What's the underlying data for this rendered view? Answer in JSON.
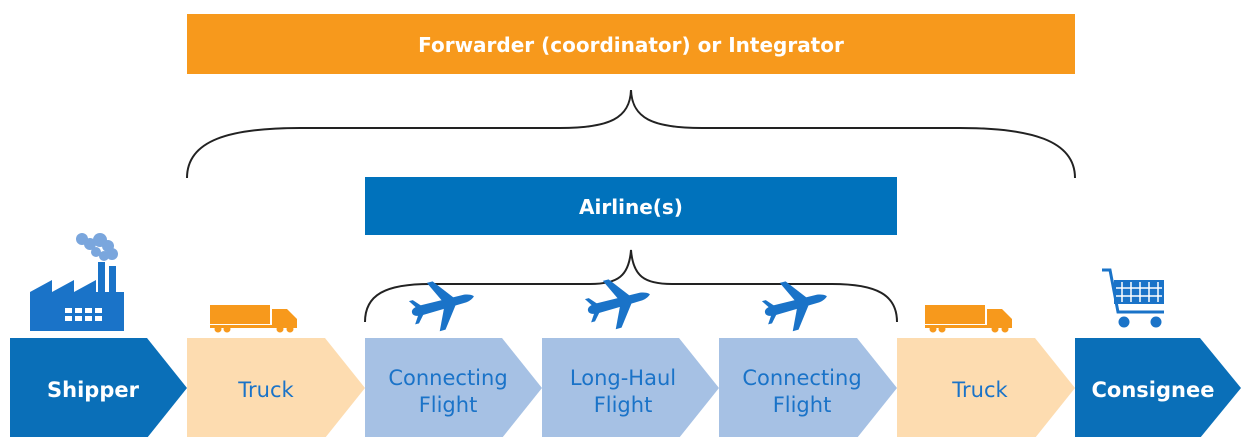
{
  "header": {
    "forwarder_label": "Forwarder (coordinator) or Integrator",
    "airline_label": "Airline(s)"
  },
  "chain": [
    {
      "label_line1": "Shipper",
      "label_line2": ""
    },
    {
      "label_line1": "Truck",
      "label_line2": ""
    },
    {
      "label_line1": "Connecting",
      "label_line2": "Flight"
    },
    {
      "label_line1": "Long-Haul",
      "label_line2": "Flight"
    },
    {
      "label_line1": "Connecting",
      "label_line2": "Flight"
    },
    {
      "label_line1": "Truck",
      "label_line2": ""
    },
    {
      "label_line1": "Consignee",
      "label_line2": ""
    }
  ],
  "icons": [
    "factory-icon",
    "truck-icon",
    "airplane-icon",
    "airplane-icon",
    "airplane-icon",
    "truck-icon",
    "shopping-cart-icon"
  ],
  "colors": {
    "forwarder_orange": "#f7991c",
    "airline_blue": "#0072bc",
    "end_blue": "#0a6fb8",
    "truck_peach": "#fddcb0",
    "flight_lightblue": "#a6c1e4",
    "flight_text": "#1a73c8",
    "truck_text": "#1a73c8",
    "truck_orange": "#f7991c",
    "plane_blue": "#1a73c8",
    "brace": "#222222"
  }
}
